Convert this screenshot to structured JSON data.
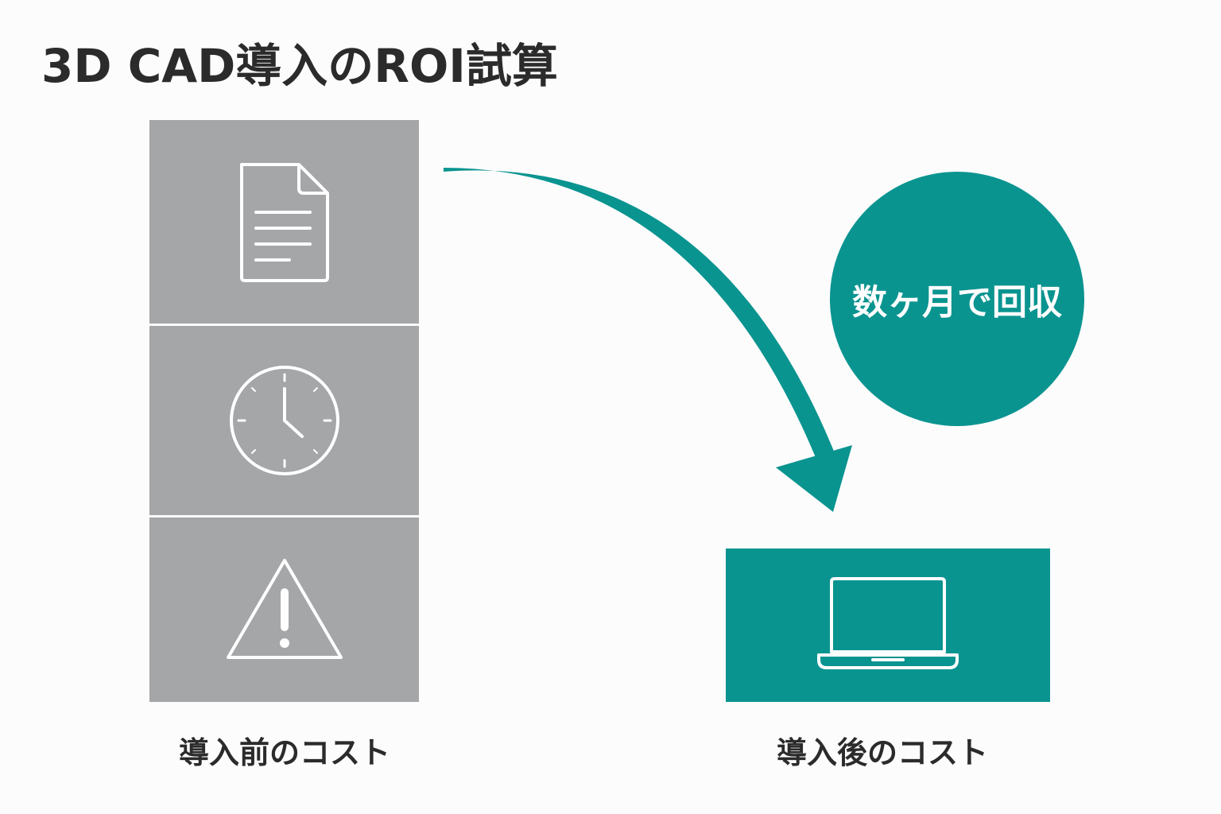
{
  "title": "3D CAD導入のROI試算",
  "before": {
    "caption": "導入前のコスト",
    "blocks": [
      {
        "icon": "document-icon"
      },
      {
        "icon": "clock-icon"
      },
      {
        "icon": "warning-icon"
      }
    ]
  },
  "payback": {
    "label": "数ヶ月で回収"
  },
  "after": {
    "caption": "導入後のコスト",
    "icon": "laptop-icon"
  },
  "colors": {
    "background": "#fcfcfc",
    "title_text": "#2b2b2b",
    "before_block": "#a5a6a8",
    "teal_accent": "#0a9490",
    "icon_stroke": "#ffffff"
  }
}
